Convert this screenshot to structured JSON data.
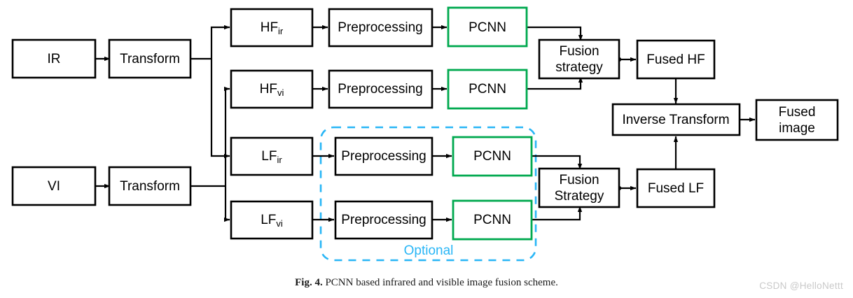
{
  "figure": {
    "caption_prefix": "Fig. 4.",
    "caption_text": "PCNN based infrared and visible image fusion scheme.",
    "watermark": "CSDN @HelloNettt"
  },
  "colors": {
    "box_stroke": "#000000",
    "pcnn_stroke": "#00A94F",
    "optional_stroke": "#29B6F6",
    "optional_text": "#29B6F6",
    "background": "#FFFFFF",
    "watermark_text": "#C9C9C9"
  },
  "diagram": {
    "type": "flowchart",
    "inputs": [
      {
        "id": "ir",
        "label": "IR"
      },
      {
        "id": "vi",
        "label": "VI"
      }
    ],
    "transforms": [
      {
        "id": "transform_ir",
        "label": "Transform"
      },
      {
        "id": "transform_vi",
        "label": "Transform"
      }
    ],
    "bands": [
      {
        "id": "hf_ir",
        "base": "HF",
        "sub": "ir"
      },
      {
        "id": "hf_vi",
        "base": "HF",
        "sub": "vi"
      },
      {
        "id": "lf_ir",
        "base": "LF",
        "sub": "ir"
      },
      {
        "id": "lf_vi",
        "base": "LF",
        "sub": "vi"
      }
    ],
    "preprocessing": [
      {
        "id": "prep_hf_ir",
        "label": "Preprocessing"
      },
      {
        "id": "prep_hf_vi",
        "label": "Preprocessing"
      },
      {
        "id": "prep_lf_ir",
        "label": "Preprocessing"
      },
      {
        "id": "prep_lf_vi",
        "label": "Preprocessing"
      }
    ],
    "pcnn": [
      {
        "id": "pcnn_hf_ir",
        "label": "PCNN"
      },
      {
        "id": "pcnn_hf_vi",
        "label": "PCNN"
      },
      {
        "id": "pcnn_lf_ir",
        "label": "PCNN"
      },
      {
        "id": "pcnn_lf_vi",
        "label": "PCNN"
      }
    ],
    "fusion": [
      {
        "id": "fusion_hf",
        "line1": "Fusion",
        "line2": "strategy"
      },
      {
        "id": "fusion_lf",
        "line1": "Fusion",
        "line2": "Strategy"
      }
    ],
    "fused_bands": [
      {
        "id": "fused_hf",
        "label": "Fused HF"
      },
      {
        "id": "fused_lf",
        "label": "Fused LF"
      }
    ],
    "inverse_transform": {
      "id": "inverse_transform",
      "label": "Inverse Transform"
    },
    "output": {
      "id": "fused_image",
      "line1": "Fused",
      "line2": "image"
    },
    "optional_group": {
      "id": "optional_group",
      "label": "Optional"
    }
  }
}
